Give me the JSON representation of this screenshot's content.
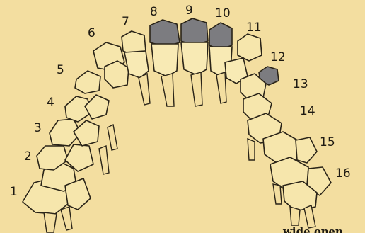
{
  "diagram": {
    "tooth_numbers": [
      "1",
      "2",
      "3",
      "4",
      "5",
      "6",
      "7",
      "8",
      "9",
      "10",
      "11",
      "12",
      "13",
      "14",
      "15",
      "16"
    ],
    "highlighted_teeth": [
      "8",
      "9",
      "10",
      "12"
    ],
    "caption_fragment": "wide open",
    "colors": {
      "paper": "#f3dea0",
      "ink": "#2a2418",
      "highlight": "#7c7c80"
    }
  }
}
